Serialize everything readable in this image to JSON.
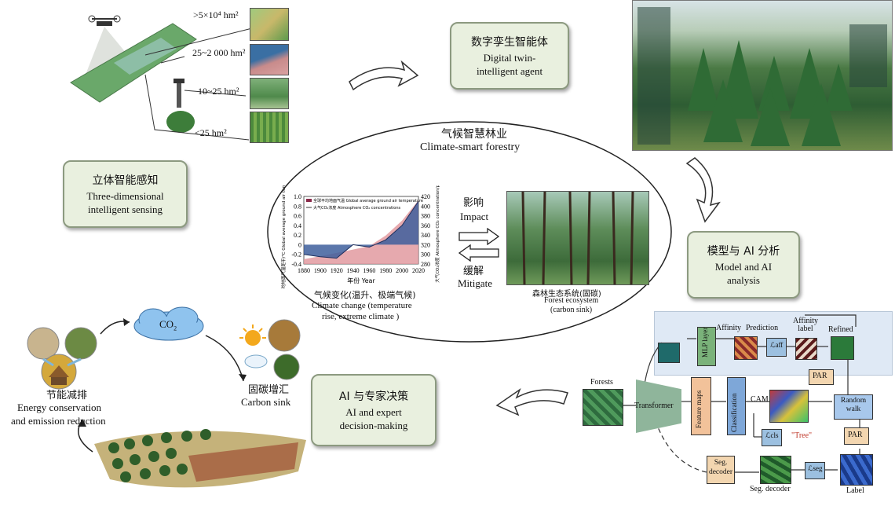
{
  "sensing": {
    "scales": [
      ">5×10⁴ hm²",
      "25~2 000 hm²",
      "10~25 hm²",
      "<25 hm²"
    ]
  },
  "boxes": {
    "digital_twin": {
      "zh": "数字孪生智能体",
      "en1": "Digital twin-",
      "en2": "intelligent agent"
    },
    "three_d": {
      "zh": "立体智能感知",
      "en1": "Three-dimensional",
      "en2": "intelligent sensing"
    },
    "model_ai": {
      "zh": "模型与 AI 分析",
      "en1": "Model and AI",
      "en2": "analysis"
    },
    "ai_expert": {
      "zh": "AI 与专家决策",
      "en1": "AI and expert",
      "en2": "decision-making"
    }
  },
  "center": {
    "title_zh": "气候智慧林业",
    "title_en": "Climate-smart forestry",
    "impact_zh": "影响",
    "impact_en": "Impact",
    "mitigate_zh": "缓解",
    "mitigate_en": "Mitigate",
    "climate_zh": "气候变化(温升、极端气候)",
    "climate_en1": "Climate change (temperature",
    "climate_en2": "rise, extreme climate )",
    "forest_zh": "森林生态系统(固碳)",
    "forest_en1": "Forest ecosystem",
    "forest_en2": "(carbon sink)"
  },
  "chart_data": {
    "type": "area",
    "x": [
      1880,
      1900,
      1920,
      1940,
      1960,
      1980,
      2000,
      2020
    ],
    "series": [
      {
        "name": "全球平均地面气温 Global average ground air temperature",
        "values": [
          -0.2,
          -0.25,
          -0.28,
          0.0,
          -0.05,
          0.1,
          0.4,
          0.9
        ]
      },
      {
        "name": "大气CO₂浓度 Atmosphere CO₂ concentrations",
        "values": [
          290,
          296,
          303,
          310,
          317,
          339,
          370,
          412
        ]
      }
    ],
    "xticks": [
      "1880",
      "1900",
      "1920",
      "1940",
      "1960",
      "1980",
      "2000",
      "2020"
    ],
    "yticks_left": [
      "1.0",
      "0.8",
      "0.6",
      "0.4",
      "0.2",
      "0",
      "-0.2",
      "-0.4"
    ],
    "yticks_right": [
      "420",
      "400",
      "380",
      "360",
      "340",
      "320",
      "300",
      "280"
    ],
    "xlabel": "年份 Year",
    "ylabel_left": "全球平均地面气温距平/℃ Global average ground air temperature/℃",
    "ylabel_right": "大气CO₂浓度 Atmosphere CO₂ concentration/ppm",
    "xlim": [
      1880,
      2020
    ],
    "ylim_left": [
      -0.4,
      1.0
    ],
    "ylim_right": [
      280,
      420
    ]
  },
  "carbon": {
    "co2": "CO",
    "co2_sub": "2",
    "sink_zh": "固碳增汇",
    "sink_en": "Carbon sink",
    "energy_zh": "节能减排",
    "energy_en1": "Energy conservation",
    "energy_en2": "and emission reduction"
  },
  "pipeline": {
    "forests": "Forests",
    "transformer": "Transformer",
    "mlp": "MLP layer",
    "affinity": "Affinity",
    "prediction": "Prediction",
    "affinity_label": "Affinity label",
    "refined": "Refined",
    "l_aff": "ℒaff",
    "par1": "PAR",
    "par2": "PAR",
    "feature_maps": "Feature maps",
    "classification": "Classification",
    "cam": "CAM",
    "random_walk": "Random walk",
    "l_cls": "ℒcls",
    "tree": "\"Tree\"",
    "seg_decoder_box": "Seg. decoder",
    "seg_decoder_label": "Seg. decoder",
    "l_seg": "ℒseg",
    "label": "Label"
  },
  "colors": {
    "box_fill": "#e9f0df",
    "box_border": "#8c9a80",
    "forest_green": "#2f6b35",
    "arrow_gray": "#7a7a7a",
    "cloud_blue": "#8fc3ee",
    "pipeline_bg": "#dfe9f5"
  }
}
